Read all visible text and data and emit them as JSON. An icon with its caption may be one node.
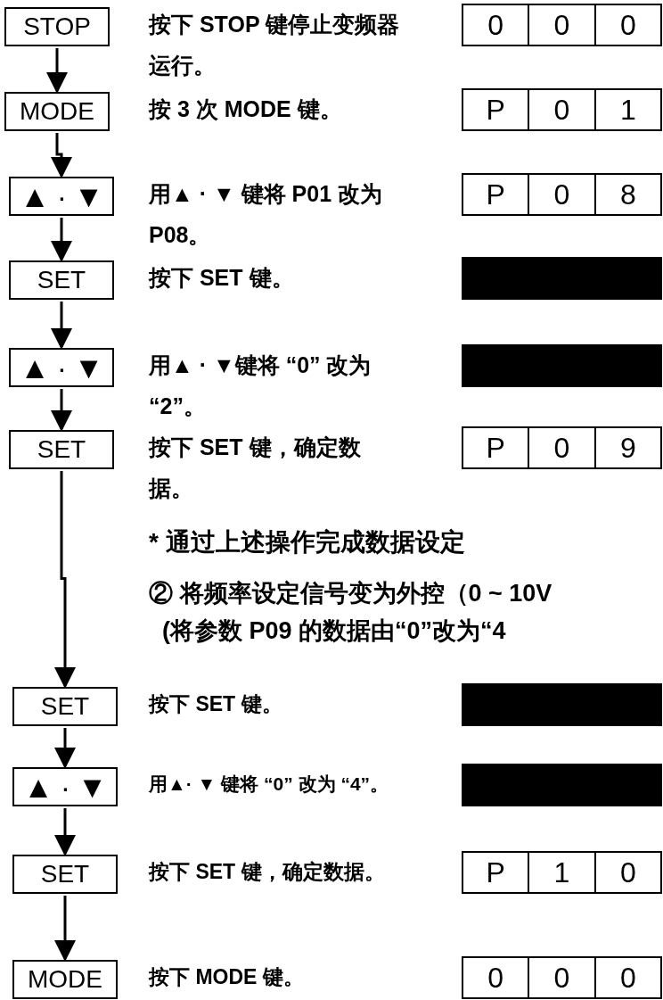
{
  "diagram": {
    "nodes": [
      {
        "text": [
          "STOP"
        ],
        "beside": [
          "按下 STOP 键停止变频器运行。"
        ]
      },
      {
        "text": [
          "0",
          "0",
          "0"
        ]
      },
      {
        "text": [
          "MODE"
        ],
        "beside": [
          "按 3 次 MODE 键。"
        ]
      },
      {
        "text": [
          "P",
          "0",
          "1"
        ]
      },
      {
        "text": [
          "▲ · ▼"
        ],
        "beside": [
          "用▲ · ▼ 键将 P01 改为 P08。"
        ]
      },
      {
        "text": [
          "P",
          "0",
          "8"
        ]
      },
      {
        "text": [
          "SET"
        ],
        "beside": [
          "按下 SET 键。"
        ]
      },
      {
        "text": [],
        "shape": "bar"
      },
      {
        "text": [
          "▲ · ▼"
        ],
        "beside": [
          "用▲ · ▼键将 “0” 改为 “2”。"
        ]
      },
      {
        "text": [],
        "shape": "bar"
      },
      {
        "text": [
          "SET"
        ],
        "beside": [
          "按下 SET 键，确定数据。"
        ]
      },
      {
        "text": [
          "P",
          "0",
          "9"
        ]
      },
      {
        "text": [
          "SET"
        ],
        "beside": [
          "按下 SET 键。"
        ]
      },
      {
        "text": [],
        "shape": "bar"
      },
      {
        "text": [
          "▲ · ▼"
        ],
        "beside": [
          "用▲· ▼ 键将 “0” 改为 “4”。"
        ]
      },
      {
        "text": [],
        "shape": "bar"
      },
      {
        "text": [
          "SET"
        ],
        "beside": [
          "按下 SET 键，确定数据。"
        ]
      },
      {
        "text": [
          "P",
          "1",
          "0"
        ]
      },
      {
        "text": [
          "MODE"
        ],
        "beside": [
          "按下 MODE 键。"
        ]
      },
      {
        "text": [
          "0",
          "0",
          "0"
        ]
      }
    ],
    "edges": [
      {
        "from": 0,
        "to": 2,
        "arrow": "to"
      },
      {
        "from": 2,
        "to": 4,
        "arrow": "to"
      },
      {
        "from": 4,
        "to": 6,
        "arrow": "to"
      },
      {
        "from": 6,
        "to": 8,
        "arrow": "to"
      },
      {
        "from": 8,
        "to": 10,
        "arrow": "to"
      },
      {
        "from": 10,
        "to": 12,
        "arrow": "to"
      },
      {
        "from": 12,
        "to": 14,
        "arrow": "to"
      },
      {
        "from": 14,
        "to": 16,
        "arrow": "to"
      },
      {
        "from": 16,
        "to": 18,
        "arrow": "to"
      }
    ],
    "labels": [
      "* 通过上述操作完成数据设定",
      "② 将频率设定信号变为外控（0 ~ 10V",
      "(将参数 P09 的数据由“0”改为“4"
    ]
  }
}
